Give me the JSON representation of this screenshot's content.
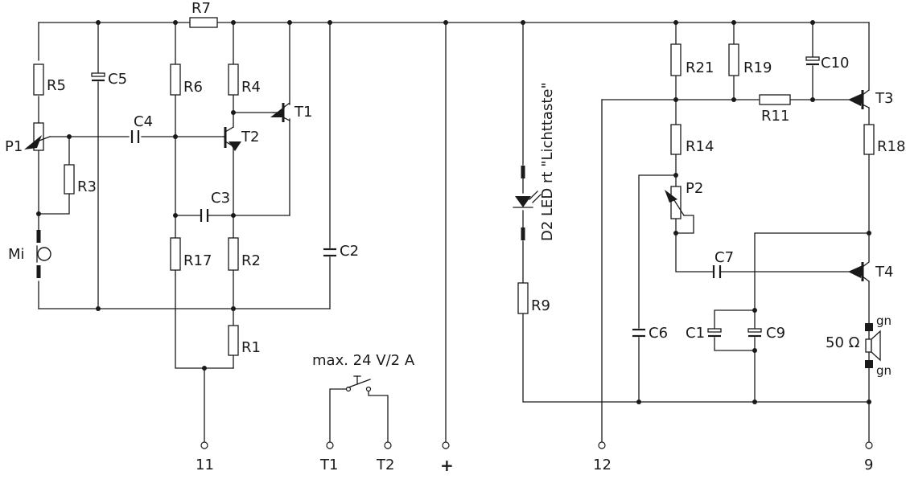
{
  "labels": {
    "R1": "R1",
    "R2": "R2",
    "R3": "R3",
    "R4": "R4",
    "R5": "R5",
    "R6": "R6",
    "R7": "R7",
    "R9": "R9",
    "R11": "R11",
    "R14": "R14",
    "R17": "R17",
    "R18": "R18",
    "R19": "R19",
    "R21": "R21",
    "C1": "C1",
    "C2": "C2",
    "C3": "C3",
    "C4": "C4",
    "C5": "C5",
    "C6": "C6",
    "C7": "C7",
    "C9": "C9",
    "C10": "C10",
    "T1": "T1",
    "T2": "T2",
    "T3": "T3",
    "T4": "T4",
    "P1": "P1",
    "P2": "P2",
    "mic": "Mi",
    "led": "D2 LED rt \"Lichttaste\"",
    "switch_rating": "max. 24 V/2 A",
    "speaker": "50 Ω",
    "wire_gn_top": "gn",
    "wire_gn_bottom": "gn"
  },
  "terminals": {
    "t11": "11",
    "tT1": "T1",
    "tT2": "T2",
    "tplus": "+",
    "t12": "12",
    "t9": "9"
  }
}
